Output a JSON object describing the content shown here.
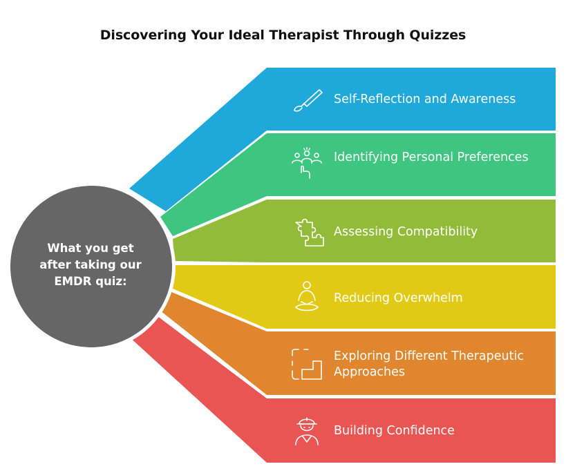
{
  "title": "Discovering Your Ideal Therapist Through Quizzes",
  "center": {
    "text": "What you get after taking our EMDR quiz:"
  },
  "items": [
    {
      "label": "Self-Reflection and Awareness",
      "icon": "paintbrush-icon",
      "color": "#1FA9DB"
    },
    {
      "label": "Identifying Personal Preferences",
      "icon": "people-pointer-icon",
      "color": "#3EC57F"
    },
    {
      "label": "Assessing Compatibility",
      "icon": "puzzle-icon",
      "color": "#93BB3A"
    },
    {
      "label": "Reducing Overwhelm",
      "icon": "meditation-icon",
      "color": "#E2C915"
    },
    {
      "label": "Exploring Different Therapeutic Approaches",
      "icon": "corner-frame-icon",
      "color": "#E0862F"
    },
    {
      "label": "Building Confidence",
      "icon": "helmet-person-icon",
      "color": "#E85553"
    }
  ],
  "colors": {
    "circle": "#666666",
    "title": "#111111"
  }
}
